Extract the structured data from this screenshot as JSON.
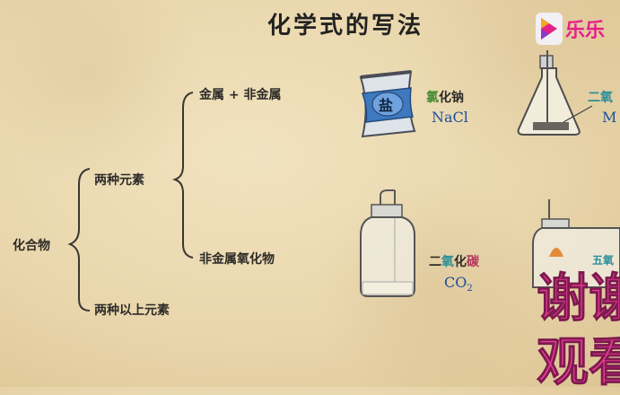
{
  "title": "化学式的写法",
  "tree": {
    "root": "化合物",
    "two_elements": "两种元素",
    "metal_nonmetal": "金属 + 非金属",
    "nonmetal_oxide": "非金属氧化物",
    "multi_elements": "两种以上元素"
  },
  "examples": {
    "nacl": {
      "cn_1": "氯",
      "cn_2": "化钠",
      "formula": "NaCl",
      "bag_label": "盐"
    },
    "mno2": {
      "cn": "二氧",
      "formula": "M"
    },
    "co2": {
      "cn_1": "二",
      "cn_2": "氧",
      "cn_3": "化",
      "cn_4": "碳",
      "formula": "CO",
      "formula_sub": "2"
    },
    "p2o5": {
      "cn": "五氧"
    }
  },
  "logo": {
    "text": "乐乐"
  },
  "overlay": {
    "line1": "谢谢",
    "line2": "观看"
  },
  "colors": {
    "chlorine": "#3f8a2f",
    "oxygen": "#2a8f9a",
    "carbon": "#b0355a",
    "formula": "#1d4f9c",
    "overlay": "#ee3e9a"
  }
}
